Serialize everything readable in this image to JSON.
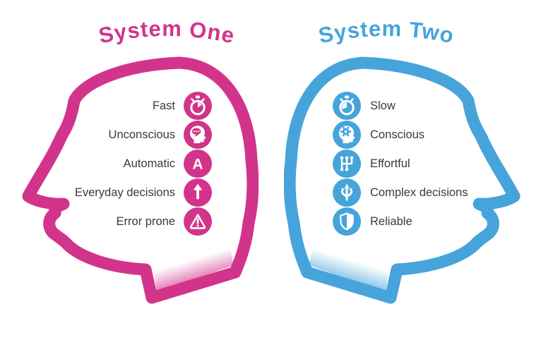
{
  "background": "#ffffff",
  "text_color": "#3a3a3a",
  "system_one": {
    "title": "System One",
    "color": "#d2348b",
    "items": [
      {
        "label": "Fast",
        "icon": "stopwatch-icon"
      },
      {
        "label": "Unconscious",
        "icon": "head-thought-bubble-icon"
      },
      {
        "label": "Automatic",
        "icon": "letter-a-icon",
        "glyph": "A"
      },
      {
        "label": "Everyday decisions",
        "icon": "up-arrow-icon"
      },
      {
        "label": "Error prone",
        "icon": "warning-triangle-icon"
      }
    ]
  },
  "system_two": {
    "title": "System Two",
    "color": "#46a4da",
    "items": [
      {
        "label": "Slow",
        "icon": "stopwatch-icon"
      },
      {
        "label": "Conscious",
        "icon": "head-gear-icon"
      },
      {
        "label": "Effortful",
        "icon": "gear-shift-icon"
      },
      {
        "label": "Complex decisions",
        "icon": "branching-arrows-icon"
      },
      {
        "label": "Reliable",
        "icon": "shield-icon"
      }
    ]
  }
}
